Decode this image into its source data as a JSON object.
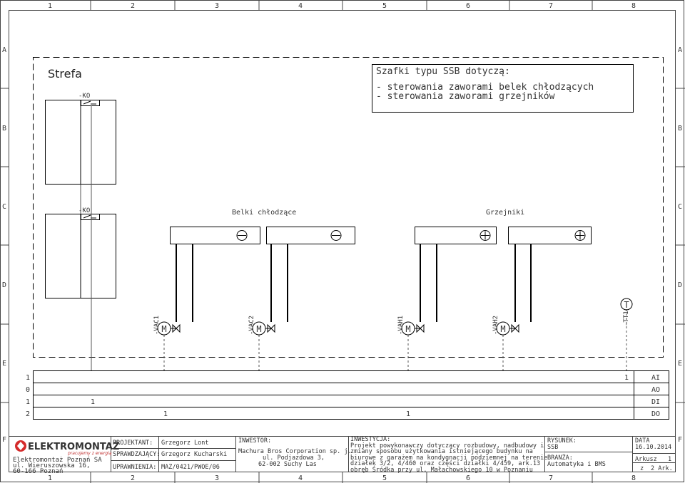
{
  "border": {
    "columns": [
      "1",
      "2",
      "3",
      "4",
      "5",
      "6",
      "7",
      "8"
    ],
    "rows": [
      "A",
      "B",
      "C",
      "D",
      "E",
      "F"
    ]
  },
  "zone": {
    "title": "Strefa",
    "relay_top": "-KO",
    "relay_bottom": "-KO"
  },
  "note": {
    "heading": "Szafki typu SSB dotyczą:",
    "line1": "- sterowania zaworami belek chłodzących",
    "line2": "- sterowania zaworami grzejników"
  },
  "groups": {
    "beams": "Belki chłodzące",
    "radiators": "Grzejniki"
  },
  "devices": [
    {
      "tag": "-VAC1",
      "symbol": "M"
    },
    {
      "tag": "-VAC2",
      "symbol": "M"
    },
    {
      "tag": "-VAH1",
      "symbol": "M"
    },
    {
      "tag": "-VAH2",
      "symbol": "M"
    },
    {
      "tag": "-TT1",
      "symbol": "T"
    }
  ],
  "io_table": [
    {
      "left": "1",
      "c1": "",
      "c2": "",
      "c3": "",
      "right": "1",
      "type": "AI"
    },
    {
      "left": "0",
      "c1": "",
      "c2": "",
      "c3": "",
      "right": "",
      "type": "AO"
    },
    {
      "left": "1",
      "c1": "1",
      "c2": "",
      "c3": "",
      "right": "",
      "type": "DI"
    },
    {
      "left": "2",
      "c1": "",
      "c2": "1",
      "c3": "1",
      "right": "",
      "type": "DO"
    }
  ],
  "title_block": {
    "logo_text": "ELEKTROMONTAŻ",
    "logo_slogan": "pracujemy z energią",
    "company_line1": "Elektromontaż Poznań SA",
    "company_line2": "ul. Wieruszowska 16,",
    "company_line3": "60-166 Poznań",
    "designer_label": "PROJEKTANT:",
    "designer_name": "Grzegorz Lont",
    "checker_label": "SPRAWDZAJĄCY:",
    "checker_name": "Grzegorz Kucharski",
    "license_label": "UPRAWNIENIA:",
    "license_value": "MAZ/0421/PWOE/06",
    "investor_label": "INWESTOR:",
    "investor_line1": "Machura Bros Corporation sp. j.",
    "investor_line2": "ul. Podjazdowa 3,",
    "investor_line3": "62-002 Suchy Las",
    "project_label": "INWESTYCJA:",
    "project_line1": "Projekt powykonawczy dotyczący rozbudowy, nadbudowy i",
    "project_line2": "zmiany sposobu użytkowania istniejącego budynku na",
    "project_line3": "biurowe z garażem na kondygnacji podziemnej na terenie",
    "project_line4": "działek 3/2, 4/460 oraz części działki 4/459, ark.13",
    "project_line5": "obręb Śródka przy ul. Małachowskiego 10 w Poznaniu",
    "drawing_label": "RYSUNEK:",
    "drawing_value": "SSB",
    "branch_label": "BRANŻA:",
    "branch_value": "Automatyka i BMS",
    "date_label": "DATA",
    "date_value": "16.10.2014",
    "sheet_label": "Arkusz",
    "sheet_value": "1",
    "of_label": "z",
    "of_value": "2 Ark."
  }
}
